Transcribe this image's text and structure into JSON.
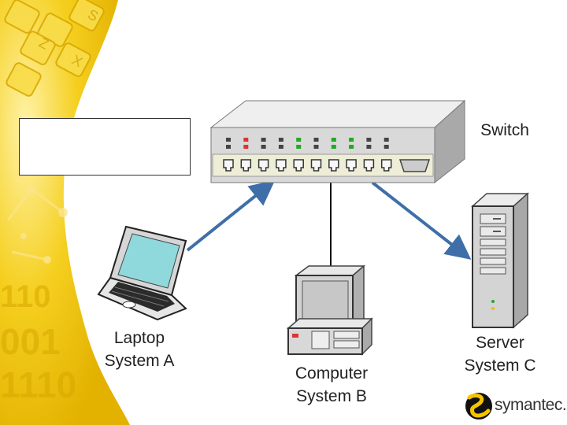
{
  "nodes": {
    "switch": {
      "label": "Switch"
    },
    "laptop": {
      "label": "Laptop\nSystem A"
    },
    "computer": {
      "label": "Computer\nSystem B"
    },
    "server": {
      "label": "Server\nSystem C"
    }
  },
  "brand": {
    "name": "symantec."
  },
  "colors": {
    "arrow": "#3f6fa8",
    "accent_yellow": "#f2c400",
    "switch_body": "#d9d9d9"
  },
  "icons": {
    "switch": "network-switch-icon",
    "laptop": "laptop-icon",
    "computer": "desktop-computer-icon",
    "server": "server-tower-icon",
    "brand": "symantec-logo-icon"
  }
}
